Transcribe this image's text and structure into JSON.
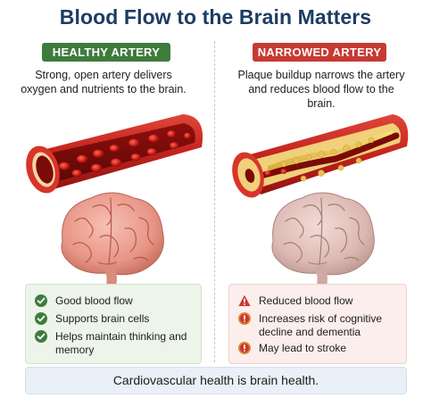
{
  "title": "Blood Flow to the Brain Matters",
  "healthy": {
    "label": "HEALTHY ARTERY",
    "description": "Strong, open artery delivers oxygen and nutrients to the brain.",
    "benefits": [
      "Good blood flow",
      "Supports brain cells",
      "Helps maintain thinking and memory"
    ],
    "icon": "check-circle-icon",
    "color": "#3f7b3d"
  },
  "narrowed": {
    "label": "NARROWED ARTERY",
    "description": "Plaque buildup narrows the artery and reduces blood flow to the brain.",
    "risks": [
      "Reduced blood flow",
      "Increases risk of cognitive decline and dementia",
      "May lead to stroke"
    ],
    "icons": [
      "warning-triangle-icon",
      "warning-circle-icon",
      "warning-circle-icon"
    ],
    "color": "#c73a33"
  },
  "footer": "Cardiovascular health is brain health."
}
